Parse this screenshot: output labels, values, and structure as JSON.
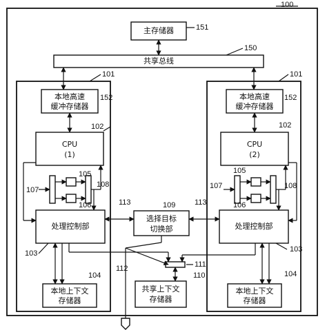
{
  "labels": {
    "main_memory": "主存储器",
    "shared_bus": "共享总线",
    "local_cache": [
      "本地高速",
      "缓冲存储器"
    ],
    "cpu1": [
      "CPU",
      "(1)"
    ],
    "cpu2": [
      "CPU",
      "(2)"
    ],
    "processing_control": "处理控制部",
    "select_switch": [
      "选择目标",
      "切换部"
    ],
    "local_context": [
      "本地上下文",
      "存储器"
    ],
    "shared_context": [
      "共享上下文",
      "存储器"
    ]
  },
  "refs": {
    "r100": "100",
    "r101": "101",
    "r102": "102",
    "r103": "103",
    "r104": "104",
    "r105": "105",
    "r106": "106",
    "r107": "107",
    "r108": "108",
    "r109": "109",
    "r110": "110",
    "r111": "111",
    "r112": "112",
    "r113": "113",
    "r150": "150",
    "r151": "151",
    "r152": "152"
  }
}
